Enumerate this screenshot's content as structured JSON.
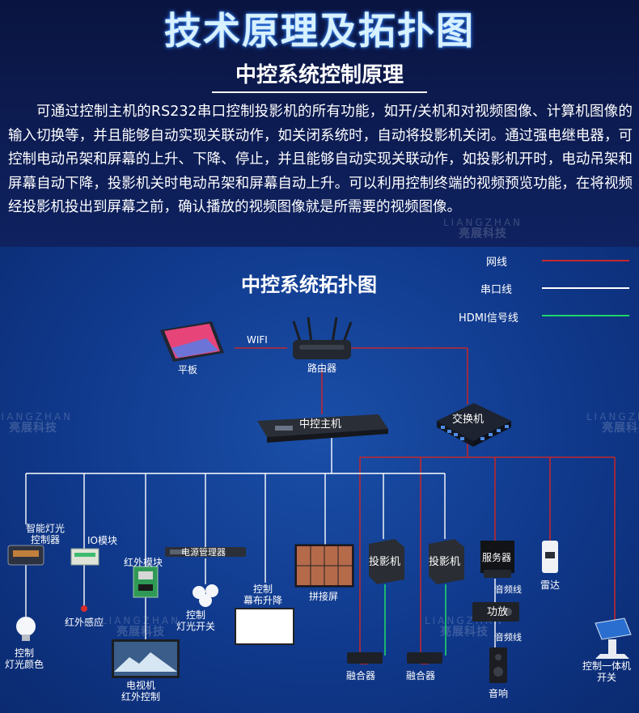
{
  "header": {
    "main_title": "技术原理及拓扑图",
    "sub_title": "中控系统控制原理",
    "paragraph": "可通过控制主机的RS232串口控制投影机的所有功能，如开/关机和对视频图像、计算机图像的输入切换等，并且能够自动实现关联动作，如关闭系统时，自动将投影机关闭。通过强电继电器，可控制电动吊架和屏幕的上升、下降、停止，并且能够自动实现关联动作，如投影机开时，电动吊架和屏幕自动下降，投影机关时电动吊架和屏幕自动上升。可以利用控制终端的视频预览功能，在将视频经投影机投出到屏幕之前，确认播放的视频图像就是所需要的视频图像。"
  },
  "watermark": {
    "en": "LIANGZHAN",
    "cn": "亮展科技"
  },
  "diagram": {
    "title": "中控系统拓扑图",
    "legend": [
      {
        "label": "网线",
        "color": "#c0282e"
      },
      {
        "label": "串口线",
        "color": "#ffffff"
      },
      {
        "label": "HDMI信号线",
        "color": "#1fd46a"
      }
    ],
    "wifi_label": "WIFI",
    "nodes": {
      "tablet": "平板",
      "router": "路由器",
      "host": "中控主机",
      "switch": "交换机",
      "light_ctrl": "智能灯光\n控制器",
      "io": "IO模块",
      "ir_sense": "红外感应",
      "light_color": "控制\n灯光颜色",
      "ir_module": "红外模块",
      "tv": "电视机\n红外控制",
      "power": "电源管理器",
      "light_switch": "控制\n灯光开关",
      "screen_lift": "控制\n幕布升降",
      "splice": "拼接屏",
      "projector1": "投影机",
      "projector2": "投影机",
      "fusion1": "融合器",
      "fusion2": "融合器",
      "server": "服务器",
      "audio_line1": "音频线",
      "amp": "功放",
      "audio_line2": "音频线",
      "speaker": "音响",
      "radar": "雷达",
      "kiosk": "控制一体机\n开关"
    }
  }
}
